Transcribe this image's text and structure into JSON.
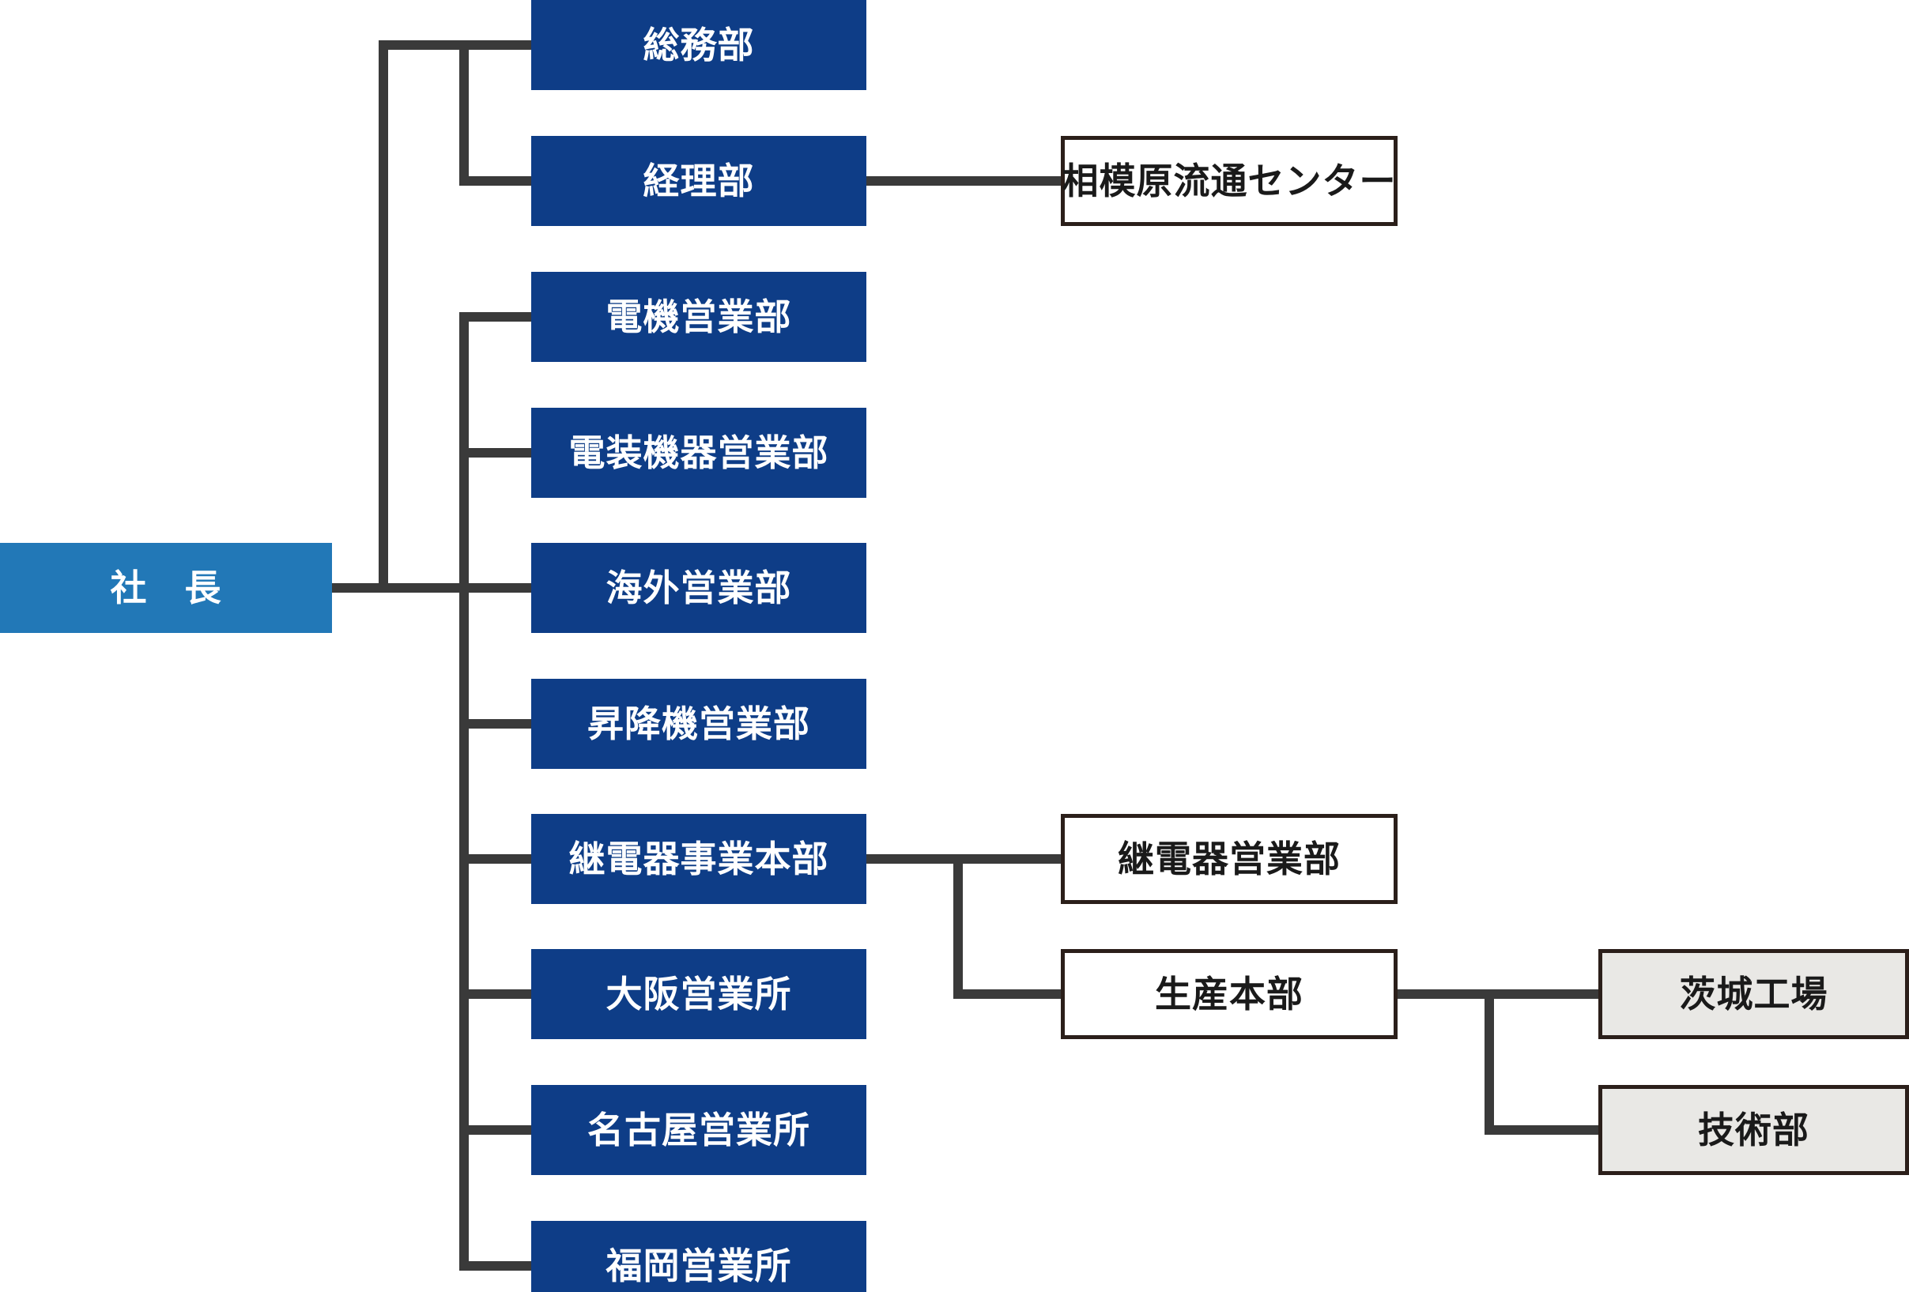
{
  "org": {
    "president": {
      "label": "社　長"
    },
    "admin_departments": [
      {
        "label": "総務部"
      },
      {
        "label": "経理部"
      }
    ],
    "accounting_child": {
      "label": "相模原流通センター"
    },
    "main_departments": [
      {
        "label": "電機営業部"
      },
      {
        "label": "電装機器営業部"
      },
      {
        "label": "海外営業部"
      },
      {
        "label": "昇降機営業部"
      },
      {
        "label": "継電器事業本部"
      },
      {
        "label": "大阪営業所"
      },
      {
        "label": "名古屋営業所"
      },
      {
        "label": "福岡営業所"
      }
    ],
    "relay_children": [
      {
        "label": "継電器営業部"
      },
      {
        "label": "生産本部"
      }
    ],
    "production_children": [
      {
        "label": "茨城工場"
      },
      {
        "label": "技術部"
      }
    ]
  },
  "colors": {
    "background": "#ffffff",
    "president_fill": "#2278b7",
    "department_fill": "#0e3d87",
    "child_fill": "#ffffff",
    "grandchild_fill": "#e9e8e5",
    "border_dark": "#2b1f1a",
    "connector": "#3a3a3a",
    "text_light": "#ffffff",
    "text_dark": "#1a1a1a"
  }
}
